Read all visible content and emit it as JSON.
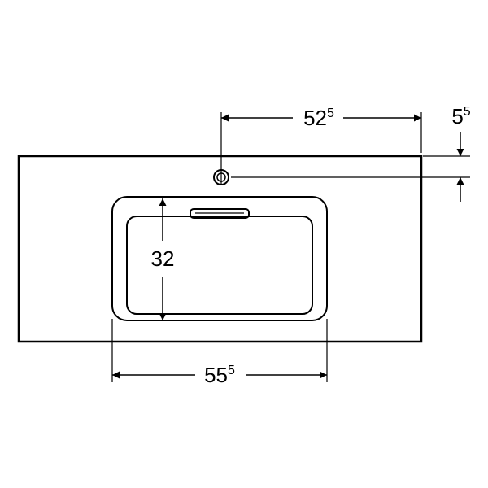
{
  "dimensions": {
    "top_width": {
      "main": "52",
      "sup": "5"
    },
    "side_offset": {
      "main": "5",
      "sup": "5"
    },
    "bowl_depth": {
      "main": "32"
    },
    "bowl_width": {
      "main": "55",
      "sup": "5"
    }
  },
  "colors": {
    "line": "#000000",
    "background": "#ffffff"
  }
}
